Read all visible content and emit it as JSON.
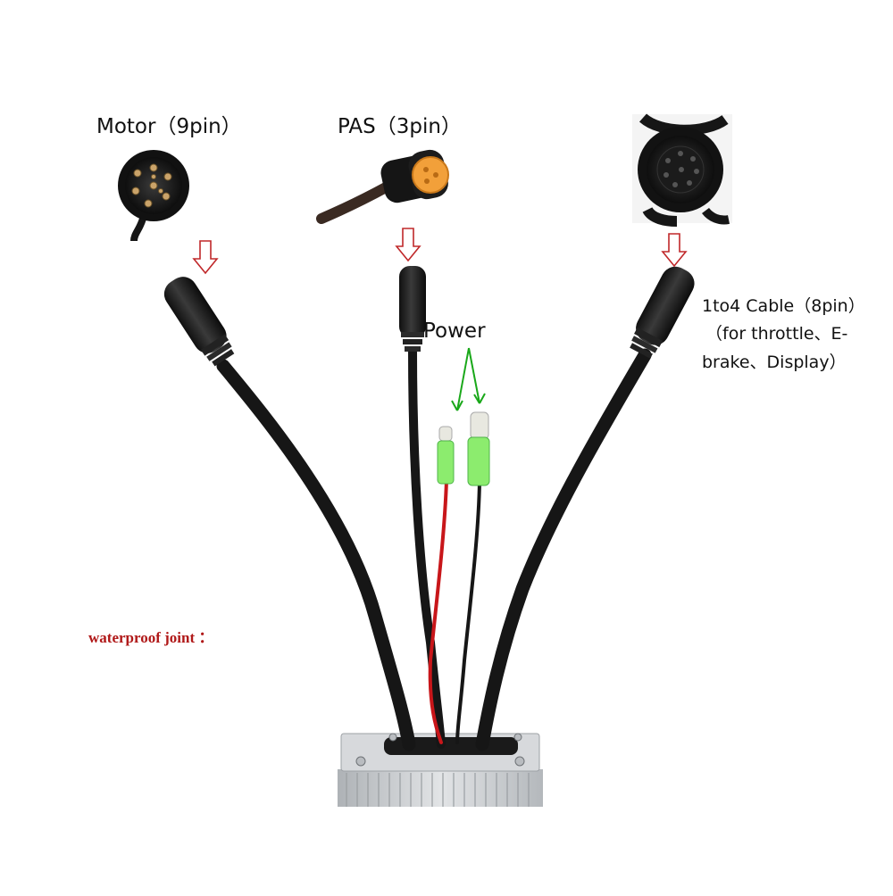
{
  "labels": {
    "motor": "Motor（9pin）",
    "pas": "PAS（3pin）",
    "power": "Power",
    "cable_line1": "1to4 Cable（8pin）",
    "cable_line2": "（for throttle、E-",
    "cable_line3": "brake、Display）",
    "waterproof": "waterproof  joint ："
  },
  "colors": {
    "text": "#111111",
    "waterproof_text": "#b01818",
    "down_arrow": "#c0282a",
    "power_arrow": "#1aa81a",
    "cable": "#161616",
    "red_wire": "#c8161a",
    "pas_connector": "#f2a03a",
    "terminal_sleeve": "#8cec6e",
    "controller_body": "#c9ccd0"
  },
  "icons": {
    "down_arrows": "hollow-down-arrow",
    "power_arrows": "green-arrow"
  }
}
